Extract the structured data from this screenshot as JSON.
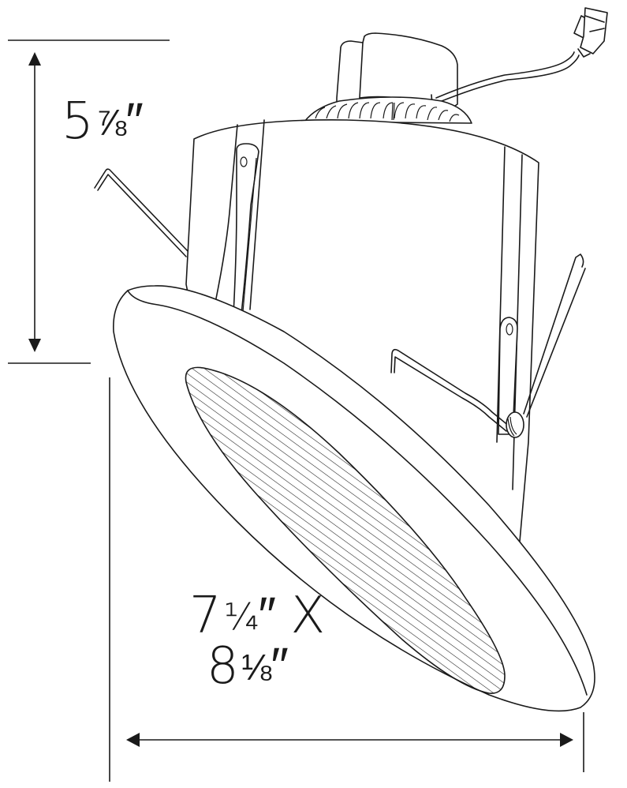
{
  "diagram": {
    "subject": "Sloped-ceiling recessed light housing with baffle trim",
    "colors": {
      "line": "#1a1a1a",
      "background": "#ffffff"
    },
    "dimensions": {
      "height": {
        "whole": "5",
        "fraction": "⅞",
        "unit": "″",
        "full_text": "5 7/8\"",
        "orientation": "vertical"
      },
      "width": {
        "line1_whole": "7",
        "line1_fraction": "¼",
        "line1_unit": "″",
        "line1_sep": " X",
        "line2_whole": "8",
        "line2_fraction": "⅛",
        "line2_unit": "″",
        "full_text": "7 1/4\" X 8 1/8\"",
        "orientation": "horizontal"
      }
    },
    "parts": [
      "junction-box",
      "connector-plug",
      "housing-can",
      "mounting-spring-clips",
      "torsion-springs",
      "trim-ring",
      "baffle"
    ]
  }
}
